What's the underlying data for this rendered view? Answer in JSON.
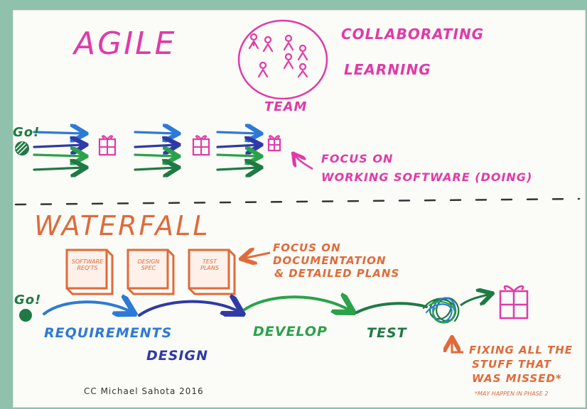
{
  "colors": {
    "background_border": "#8fc1ad",
    "paper": "#fbfbf7",
    "agile": "#e03aa8",
    "waterfall": "#e06a3a",
    "blue": "#2d7ad6",
    "navy": "#2f3aa6",
    "green": "#2aa24a",
    "dark_green": "#1f7a45",
    "dashed_line": "#333333"
  },
  "agile": {
    "title": "AGILE",
    "team_label": "TEAM",
    "traits": [
      "COLLABORATING",
      "LEARNING"
    ],
    "go_label": "Go!",
    "focus_text_line1": "FOCUS ON",
    "focus_text_line2": "WORKING SOFTWARE (DOING)"
  },
  "waterfall": {
    "title": "WATERFALL",
    "documents": [
      {
        "label_line1": "SOFTWARE",
        "label_line2": "REQ'TS"
      },
      {
        "label_line1": "DESIGN",
        "label_line2": "SPEC"
      },
      {
        "label_line1": "TEST",
        "label_line2": "PLANS"
      }
    ],
    "focus_line1": "FOCUS ON",
    "focus_line2": "DOCUMENTATION",
    "focus_line3": "& DETAILED PLANS",
    "go_label": "Go!",
    "phases": [
      "REQUIREMENTS",
      "DESIGN",
      "DEVELOP",
      "TEST"
    ],
    "fixing_line1": "FIXING ALL THE",
    "fixing_line2": "STUFF THAT",
    "fixing_line3": "WAS MISSED*",
    "footnote": "*MAY HAPPEN IN PHASE 2"
  },
  "credit": "CC Michael Sahota 2016"
}
